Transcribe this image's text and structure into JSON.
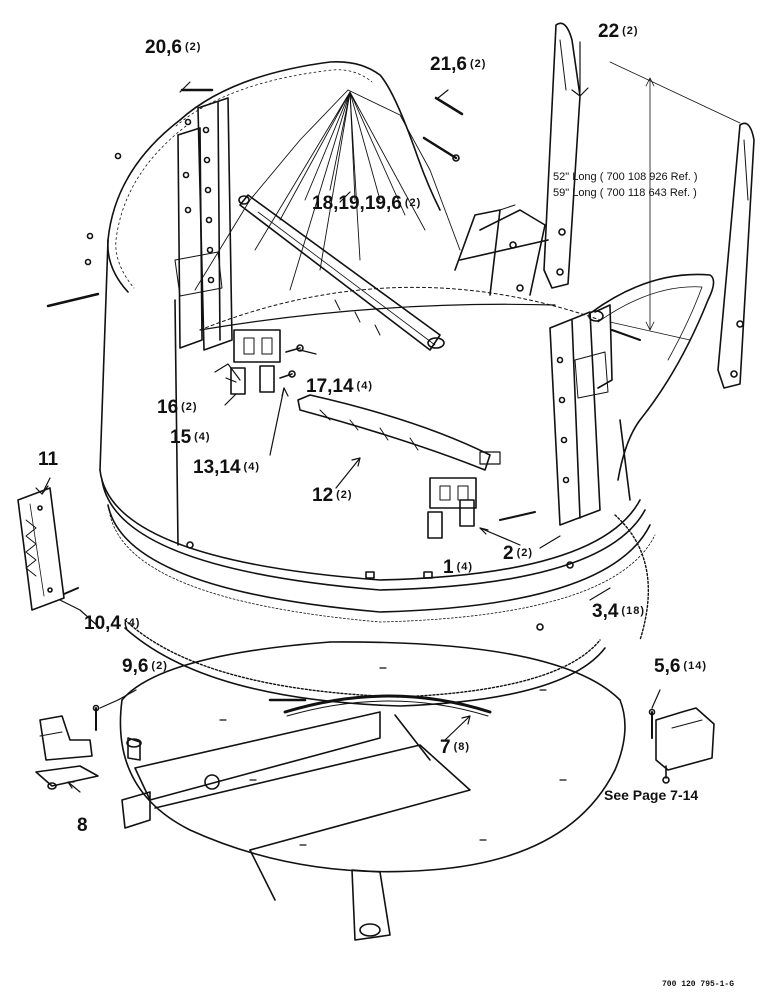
{
  "callouts": [
    {
      "id": "c20",
      "label": "20,6",
      "qty": "(2)"
    },
    {
      "id": "c21",
      "label": "21,6",
      "qty": "(2)"
    },
    {
      "id": "c22",
      "label": "22",
      "qty": "(2)"
    },
    {
      "id": "c18",
      "label": "18,19,19,6",
      "qty": "(2)"
    },
    {
      "id": "c16",
      "label": "16",
      "qty": "(2)"
    },
    {
      "id": "c17",
      "label": "17,14",
      "qty": "(4)"
    },
    {
      "id": "c15",
      "label": "15",
      "qty": "(4)"
    },
    {
      "id": "c13",
      "label": "13,14",
      "qty": "(4)"
    },
    {
      "id": "c11",
      "label": "11",
      "qty": ""
    },
    {
      "id": "c12",
      "label": "12",
      "qty": "(2)"
    },
    {
      "id": "c1",
      "label": "1",
      "qty": "(4)"
    },
    {
      "id": "c2",
      "label": "2",
      "qty": "(2)"
    },
    {
      "id": "c3",
      "label": "3,4",
      "qty": "(18)"
    },
    {
      "id": "c10",
      "label": "10,4",
      "qty": "(4)"
    },
    {
      "id": "c9",
      "label": "9,6",
      "qty": "(2)"
    },
    {
      "id": "c5",
      "label": "5,6",
      "qty": "(14)"
    },
    {
      "id": "c7",
      "label": "7",
      "qty": "(8)"
    },
    {
      "id": "c8",
      "label": "8",
      "qty": ""
    }
  ],
  "notes": {
    "length_52": "52\" Long ( 700 108 926 Ref. )",
    "length_59": "59\" Long ( 700 118 643 Ref. )"
  },
  "see_page": "See Page 7-14",
  "document_number": "700 120 795-1-G"
}
